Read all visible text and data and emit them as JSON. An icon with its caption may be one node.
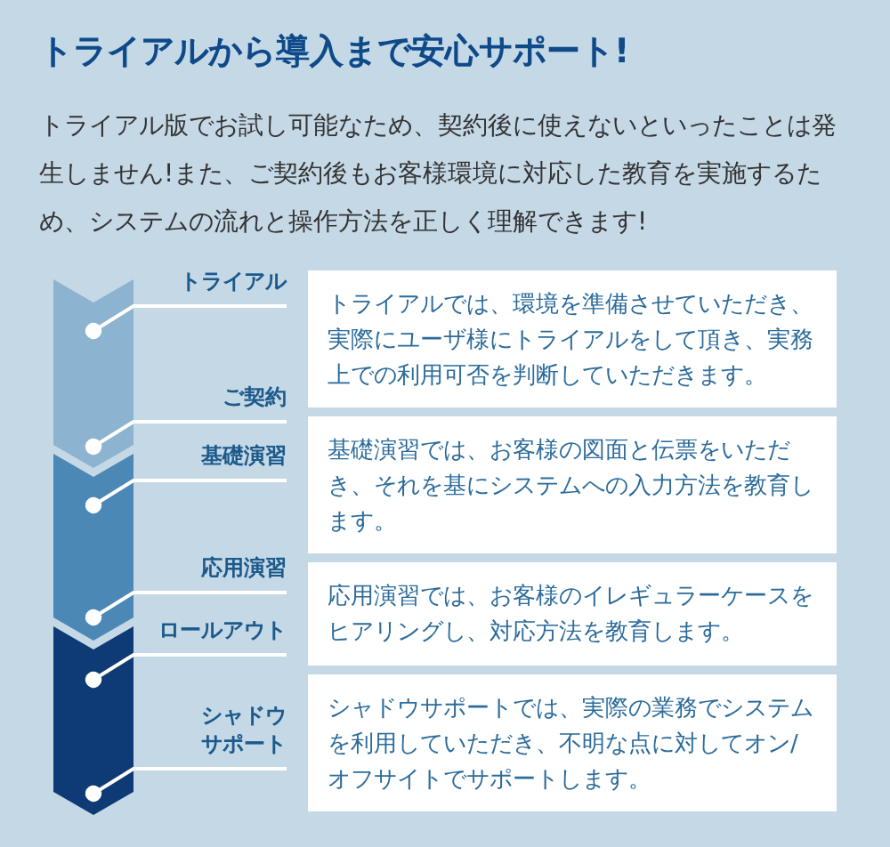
{
  "diagram": {
    "title": "トライアルから導入まで安心サポート!",
    "nodes": [
      {
        "text": [],
        "shape": "chevron"
      },
      {
        "text": [
          "トライアル"
        ]
      },
      {
        "text": [
          "トライアルでは、環境を準備させていただき、実際にユーザ様にトライアルをして頂き、実務上での利用可否を判断していただきます。"
        ]
      },
      {
        "text": [
          "ご契約"
        ]
      },
      {
        "text": [],
        "shape": "chevron"
      },
      {
        "text": [
          "基礎演習"
        ]
      },
      {
        "text": [
          "基礎演習では、お客様の図面と伝票をいただき、それを基にシステムへの入力方法を教育します。"
        ]
      },
      {
        "text": [
          "応用演習"
        ]
      },
      {
        "text": [],
        "shape": "chevron"
      },
      {
        "text": [
          "ロールアウト"
        ]
      },
      {
        "text": [
          "応用演習では、お客様のイレギュラーケースをヒアリングし、対応方法を教育します。"
        ]
      },
      {
        "text": [
          "シャドウサポート"
        ]
      },
      {
        "text": [
          "シャドウサポートでは、実際の業務でシステムを利用していただき、不明な点に対してオン/オフサイトでサポートします。"
        ]
      }
    ],
    "edges": [
      {
        "from": 1,
        "to": 0,
        "arrow": "other"
      },
      {
        "from": 3,
        "to": 0,
        "arrow": "other"
      },
      {
        "from": 5,
        "to": 4,
        "arrow": "other"
      },
      {
        "from": 7,
        "to": 4,
        "arrow": "other"
      },
      {
        "from": 9,
        "to": 8,
        "arrow": "other"
      },
      {
        "from": 11,
        "to": 8,
        "arrow": "other"
      }
    ],
    "labels": [
      "トライアル版でお試し可能なため、契約後に使えないといったことは発生しません!また、ご契約後もお客様環境に対応した教育を実施するため、システムの流れと操作方法を正しく理解できます!"
    ]
  }
}
